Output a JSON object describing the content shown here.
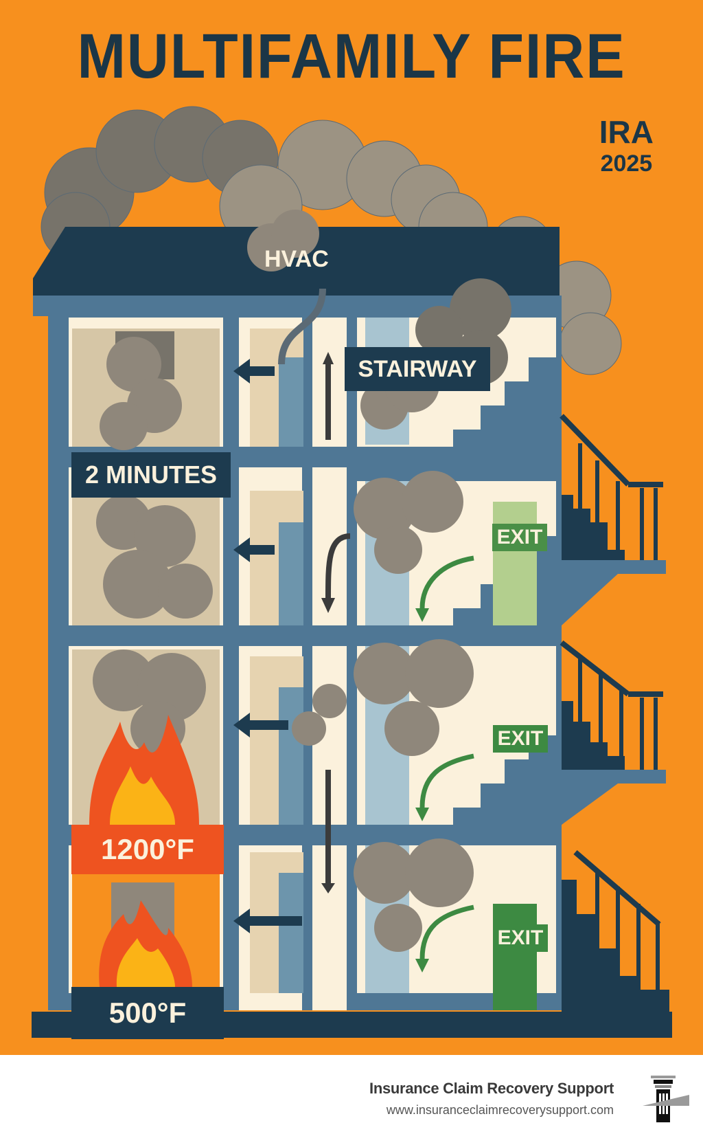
{
  "poster": {
    "title": "MULTIFAMILY FIRE",
    "org": {
      "name": "IRA",
      "year": "2025"
    },
    "background_color": "#f7901e",
    "labels": {
      "hvac": "HVAC",
      "stairway": "STAIRWAY",
      "time": "2 MINUTES",
      "temp_high": "1200°F",
      "temp_low": "500°F",
      "exit_signs": [
        "EXIT",
        "EXIT",
        "EXIT"
      ]
    },
    "colors": {
      "navy": "#1b3647",
      "wall_blue": "#4f7795",
      "cream": "#fbf1dc",
      "smoke_dark": "#77736a",
      "smoke_light": "#9c9383",
      "fire_red": "#ee5320",
      "fire_yellow": "#fbb316",
      "exit_green": "#3d8a42"
    }
  },
  "footer": {
    "company": "Insurance Claim Recovery Support",
    "url": "www.insuranceclaimrecoverysupport.com",
    "logo_icon": "pillar-logo-icon"
  }
}
